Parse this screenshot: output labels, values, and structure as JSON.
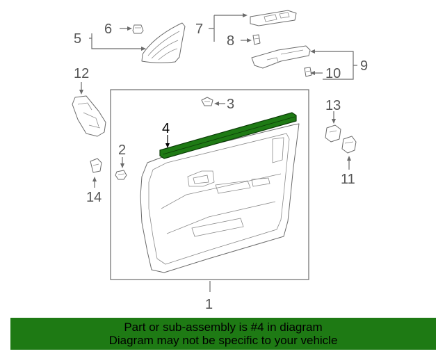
{
  "callouts": {
    "c1": "1",
    "c2": "2",
    "c3": "3",
    "c4": "4",
    "c5": "5",
    "c6": "6",
    "c7": "7",
    "c8": "8",
    "c9": "9",
    "c10": "10",
    "c11": "11",
    "c12": "12",
    "c13": "13",
    "c14": "14"
  },
  "highlight": {
    "part_number": "4",
    "color": "#1e7a14"
  },
  "banner": {
    "line1": "Part or sub-assembly is #4 in diagram",
    "line2": "Diagram may not be specific to your vehicle",
    "background": "#1e7a14"
  }
}
